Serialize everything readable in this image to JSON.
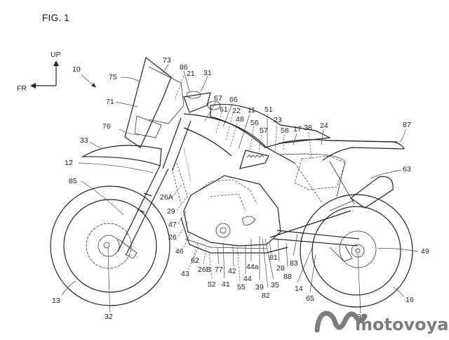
{
  "figure": {
    "title": "FIG. 1",
    "direction_up": "UP",
    "direction_front": "FR",
    "assembly_ref": "10"
  },
  "labels": {
    "l73": "73",
    "l86": "86",
    "l75": "75",
    "l21": "21",
    "l31": "31",
    "l71": "71",
    "l67": "67",
    "l66": "66",
    "l61": "61",
    "l22": "22",
    "l11": "11",
    "l51": "51",
    "l48": "48",
    "l23": "23",
    "l56": "56",
    "l57": "57",
    "l58": "58",
    "l17": "17",
    "l38": "38",
    "l24": "24",
    "l76": "76",
    "l87": "87",
    "l33": "33",
    "l12": "12",
    "l63": "63",
    "l85": "85",
    "l26A": "26A",
    "l29": "29",
    "l47": "47",
    "l26": "26",
    "l46": "46",
    "l62": "62",
    "l43": "43",
    "l26B": "26B",
    "l77": "77",
    "l42": "42",
    "l44a": "44a",
    "l81": "81",
    "l28": "28",
    "l83": "83",
    "l88": "88",
    "l52": "52",
    "l41": "41",
    "l55": "55",
    "l44": "44",
    "l39": "39",
    "l35": "35",
    "l82": "82",
    "l14": "14",
    "l65": "65",
    "l49": "49",
    "l13": "13",
    "l32": "32",
    "l16": "16",
    "l36": "36"
  },
  "watermark": {
    "text": "motovoyager",
    "color": "#777777"
  }
}
